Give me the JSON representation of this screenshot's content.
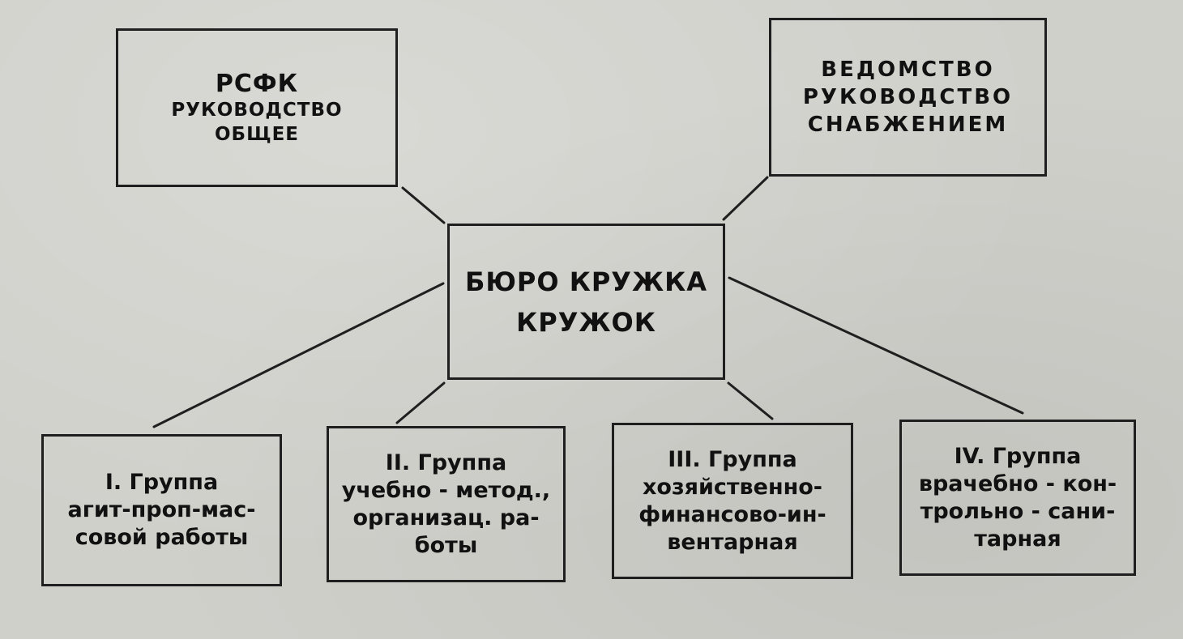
{
  "top_left": {
    "line1": "РСФК",
    "line2": "РУКОВОДСТВО",
    "line3": "ОБЩЕЕ"
  },
  "top_right": {
    "line1": "ВЕДОМСТВО",
    "line2": "РУКОВОДСТВО",
    "line3": "СНАБЖЕНИЕМ"
  },
  "center": {
    "line1": "БЮРО КРУЖКА",
    "line2": "КРУЖОК"
  },
  "groups": [
    {
      "line1": "I. Группа",
      "line2": "агит-проп-мас-",
      "line3": "совой работы"
    },
    {
      "line1": "II. Группа",
      "line2": "учебно - метод.,",
      "line3": "организац. ра-",
      "line4": "боты"
    },
    {
      "line1": "III. Группа",
      "line2": "хозяйственно-",
      "line3": "финансово-ин-",
      "line4": "вентарная"
    },
    {
      "line1": "IV. Группа",
      "line2": "врачебно - кон-",
      "line3": "трольно - сани-",
      "line4": "тарная"
    }
  ]
}
